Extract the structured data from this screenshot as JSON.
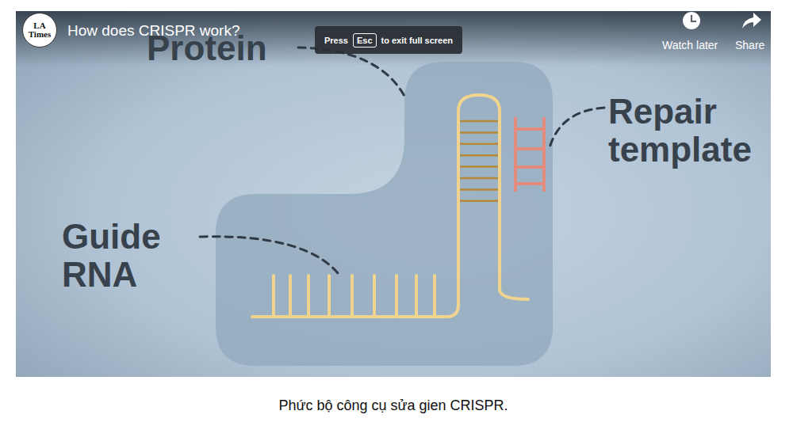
{
  "diagram": {
    "title": "How does CRISPR work?",
    "caption": "Phức bộ công cụ sửa gien CRISPR.",
    "nodes": [
      {
        "text": [
          "LA Times"
        ]
      },
      {
        "text": [
          "Press",
          "to exit full screen"
        ]
      },
      {
        "text": [
          "Esc"
        ],
        "in": 1
      }
    ],
    "labels": [
      "Watch later",
      "Share",
      "Protein",
      "Repair template",
      "Guide RNA"
    ]
  }
}
